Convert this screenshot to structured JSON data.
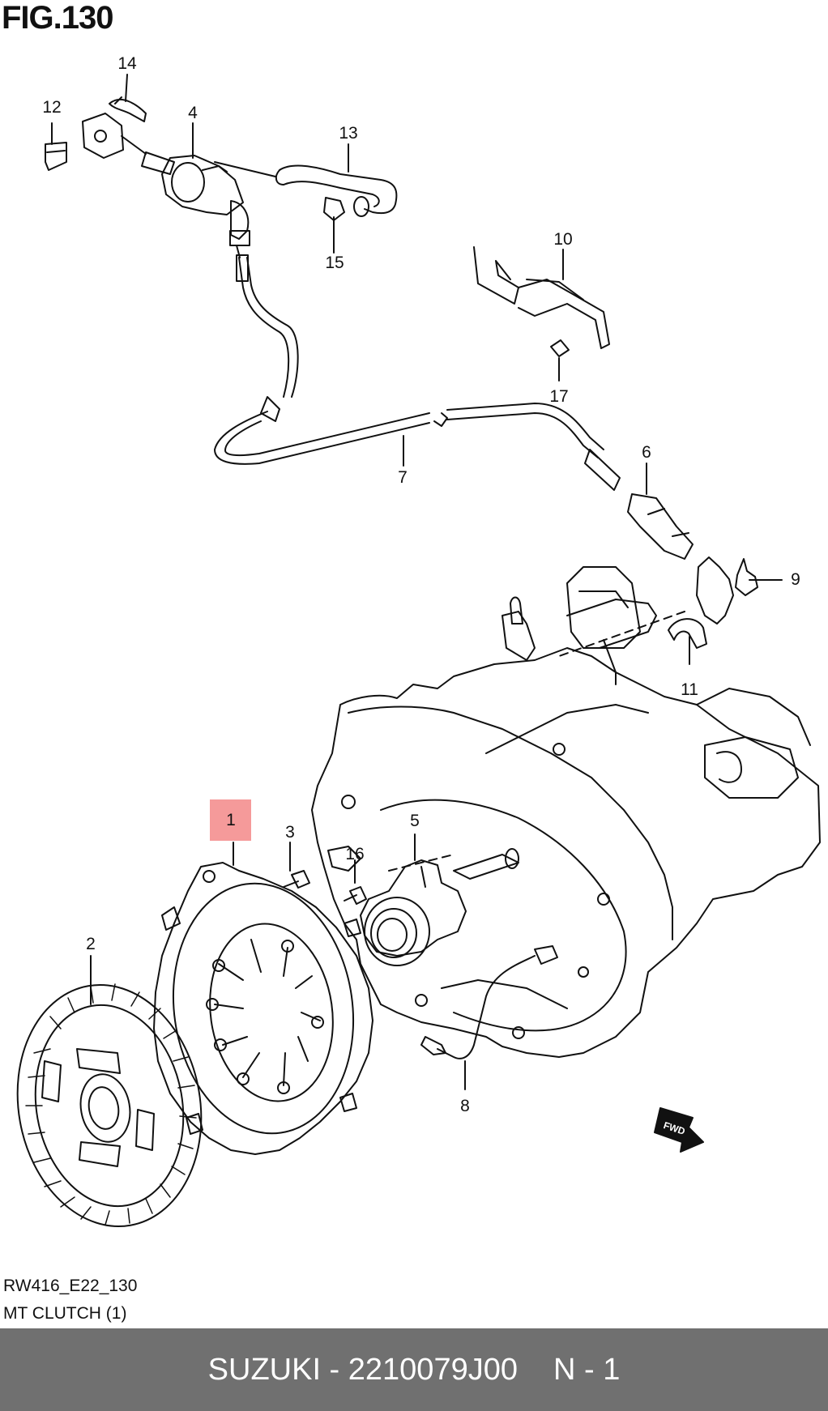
{
  "figure": {
    "title": "FIG.130"
  },
  "callouts": [
    {
      "id": "1",
      "label": "1",
      "highlighted": true
    },
    {
      "id": "2",
      "label": "2"
    },
    {
      "id": "3",
      "label": "3"
    },
    {
      "id": "4",
      "label": "4"
    },
    {
      "id": "5",
      "label": "5"
    },
    {
      "id": "6",
      "label": "6"
    },
    {
      "id": "7",
      "label": "7"
    },
    {
      "id": "8",
      "label": "8"
    },
    {
      "id": "9",
      "label": "9"
    },
    {
      "id": "10",
      "label": "10"
    },
    {
      "id": "11",
      "label": "11"
    },
    {
      "id": "12",
      "label": "12"
    },
    {
      "id": "13",
      "label": "13"
    },
    {
      "id": "14",
      "label": "14"
    },
    {
      "id": "15",
      "label": "15"
    },
    {
      "id": "16",
      "label": "16"
    },
    {
      "id": "17",
      "label": "17"
    }
  ],
  "direction_marker": "FWD",
  "diagram_code": "RW416_E22_130",
  "diagram_caption": "MT CLUTCH (1)",
  "footer": {
    "part_ref": "SUZUKI - 2210079J00",
    "page": "N - 1"
  },
  "colors": {
    "highlight": "#f59a9a",
    "footer_bg": "#707070",
    "footer_text": "#ffffff",
    "line": "#111111"
  }
}
